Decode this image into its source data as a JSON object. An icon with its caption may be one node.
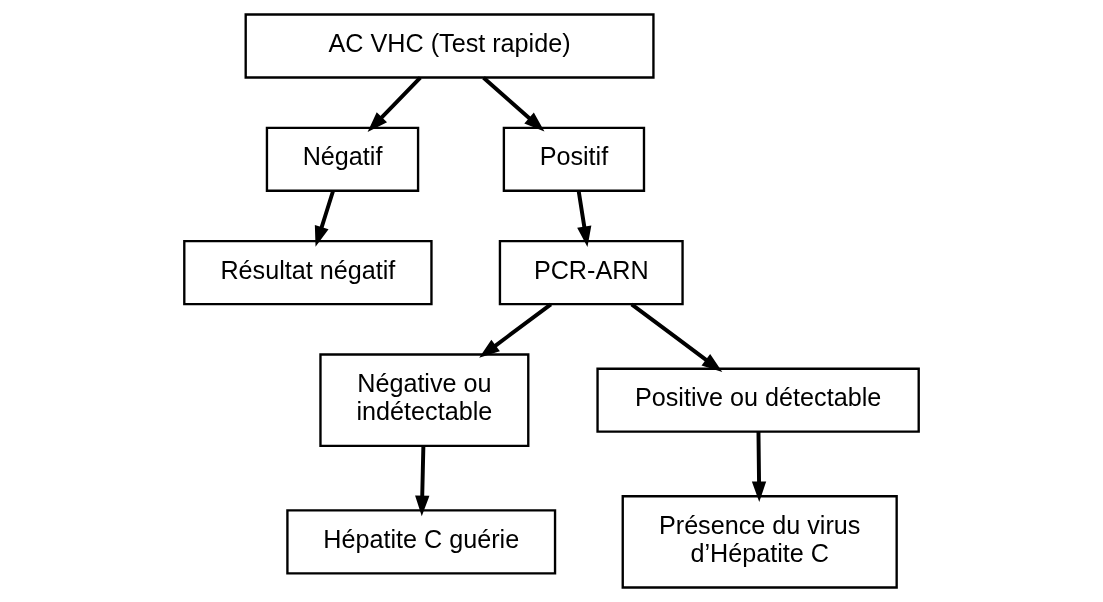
{
  "diagram": {
    "nodes": [
      {
        "text": [
          "AC VHC (Test rapide)"
        ]
      },
      {
        "text": [
          "Négatif"
        ]
      },
      {
        "text": [
          "Positif"
        ]
      },
      {
        "text": [
          "Résultat négatif"
        ]
      },
      {
        "text": [
          "PCR-ARN"
        ]
      },
      {
        "text": [
          "Négative ou indétectable"
        ]
      },
      {
        "text": [
          "Positive ou détectable"
        ]
      },
      {
        "text": [
          "Hépatite C guérie"
        ]
      },
      {
        "text": [
          "Présence du virus d’Hépatite C"
        ]
      }
    ],
    "edges": [
      {
        "from": 0,
        "to": 1,
        "arrow": "to"
      },
      {
        "from": 0,
        "to": 2,
        "arrow": "to"
      },
      {
        "from": 1,
        "to": 3,
        "arrow": "to"
      },
      {
        "from": 2,
        "to": 4,
        "arrow": "to"
      },
      {
        "from": 4,
        "to": 5,
        "arrow": "to"
      },
      {
        "from": 4,
        "to": 6,
        "arrow": "to"
      },
      {
        "from": 5,
        "to": 7,
        "arrow": "to"
      },
      {
        "from": 6,
        "to": 8,
        "arrow": "to"
      }
    ]
  }
}
